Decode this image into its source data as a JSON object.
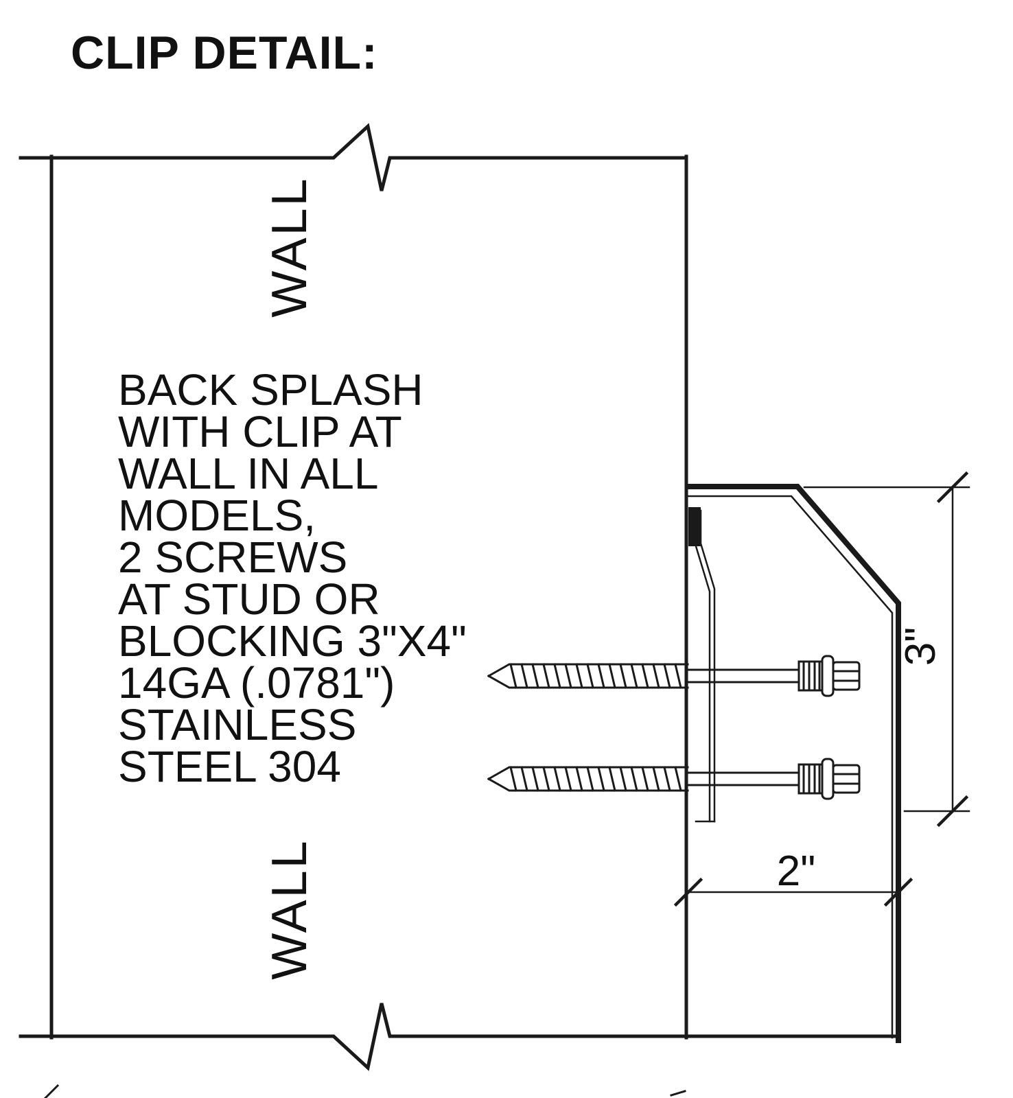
{
  "title": "CLIP DETAIL:",
  "labels": {
    "wall_top": "WALL",
    "wall_bottom": "WALL"
  },
  "annotation": {
    "lines": [
      "BACK SPLASH",
      "WITH CLIP AT",
      "WALL IN ALL",
      "MODELS,",
      "2 SCREWS",
      "AT STUD OR",
      "BLOCKING 3\"X4\"",
      "14GA (.0781\")",
      "STAINLESS",
      "STEEL 304"
    ]
  },
  "dimensions": {
    "clip_height": "3\"",
    "clip_depth": "2\""
  },
  "colors": {
    "line": "#1a1a1a",
    "text": "#111111",
    "background": "#ffffff"
  }
}
